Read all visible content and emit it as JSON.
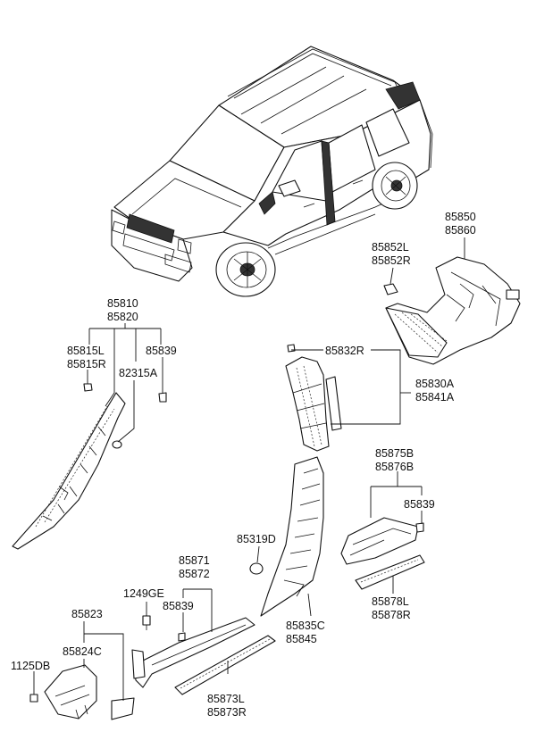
{
  "labels": {
    "p85850": "85850",
    "p85860": "85860",
    "p85852L": "85852L",
    "p85852R": "85852R",
    "p85810": "85810",
    "p85820": "85820",
    "p85815L": "85815L",
    "p85815R": "85815R",
    "p85839a": "85839",
    "p82315A": "82315A",
    "p85832R": "85832R",
    "p85830A": "85830A",
    "p85841A": "85841A",
    "p85875B": "85875B",
    "p85876B": "85876B",
    "p85839b": "85839",
    "p85319D": "85319D",
    "p85871": "85871",
    "p85872": "85872",
    "p1249GE": "1249GE",
    "p85839c": "85839",
    "p85823": "85823",
    "p85824C": "85824C",
    "p1125DB": "1125DB",
    "p85835C": "85835C",
    "p85845": "85845",
    "p85878L": "85878L",
    "p85878R": "85878R",
    "p85873L": "85873L",
    "p85873R": "85873R"
  }
}
